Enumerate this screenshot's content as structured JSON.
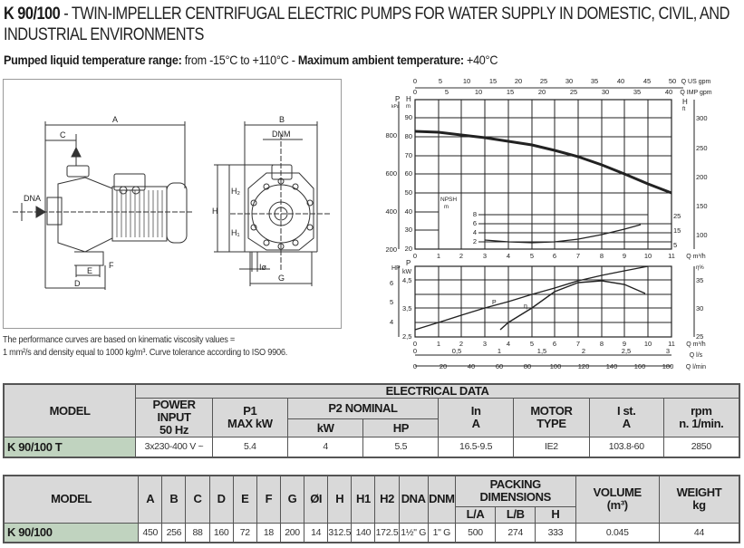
{
  "header": {
    "model_code": "K 90/100",
    "title_rest": " - TWIN-IMPELLER CENTRIFUGAL ELECTRIC PUMPS FOR WATER SUPPLY IN DOMESTIC, CIVIL, AND INDUSTRIAL ENVIRONMENTS",
    "temp_label": "Pumped liquid temperature range:",
    "temp_value": " from -15°C to +110°C - ",
    "ambient_label": "Maximum ambient temperature:",
    "ambient_value": " +40°C"
  },
  "drawing": {
    "labels": {
      "A": "A",
      "B": "B",
      "C": "C",
      "D": "D",
      "E": "E",
      "F": "F",
      "G": "G",
      "H": "H",
      "H1": "H₁",
      "H2": "H₂",
      "DNA": "DNA",
      "DNM": "DNM",
      "I": "Iø"
    }
  },
  "note": {
    "line1": "The performance curves are based on kinematic viscosity values =",
    "line2": "1 mm²/s and density equal to 1000 kg/m³. Curve tolerance according to ISO 9906."
  },
  "chart_data": [
    {
      "type": "line",
      "title": "Head / NPSH vs Flow",
      "xlabel": "Q m³/h",
      "ylabel": "H m",
      "x_ticks": [
        0,
        1,
        2,
        3,
        4,
        5,
        6,
        7,
        8,
        9,
        10,
        11
      ],
      "xlim": [
        0,
        11
      ],
      "ylim": [
        20,
        95
      ],
      "y_ticks": [
        20,
        30,
        40,
        50,
        60,
        70,
        80,
        90
      ],
      "secondary_axes": {
        "P_kPa": [
          200,
          400,
          600,
          800
        ],
        "H_ft": [
          100,
          150,
          200,
          250,
          300
        ],
        "Q_US_gpm": [
          0,
          5,
          10,
          15,
          20,
          25,
          30,
          35,
          40,
          45,
          50
        ],
        "Q_IMP_gpm": [
          0,
          5,
          10,
          15,
          20,
          25,
          30,
          35,
          40
        ],
        "NPSH_m": [
          2,
          4,
          6,
          8
        ],
        "NPSH_ft": [
          5,
          15,
          25
        ]
      },
      "series": [
        {
          "name": "H",
          "x": [
            0,
            1,
            2,
            3,
            4,
            5,
            6,
            7,
            8,
            9,
            10,
            11
          ],
          "values": [
            83,
            82.5,
            81,
            80,
            78,
            76,
            73,
            70,
            66,
            61,
            56,
            51
          ]
        },
        {
          "name": "NPSH",
          "x": [
            3,
            4,
            5,
            6,
            7,
            8,
            9,
            9.7
          ],
          "values": [
            2.5,
            2.1,
            2.0,
            2.1,
            2.6,
            3.4,
            4.3,
            5.2
          ]
        }
      ],
      "grid": true
    },
    {
      "type": "line",
      "title": "Power / Efficiency vs Flow",
      "xlabel": "Q m³/h",
      "x_ticks": [
        0,
        1,
        2,
        3,
        4,
        5,
        6,
        7,
        8,
        9,
        10,
        11
      ],
      "xlim": [
        0,
        11
      ],
      "ylabel": "P kW",
      "y_ticks_kW": [
        2.5,
        3.5,
        4.5
      ],
      "y_ticks_HP": [
        4,
        5,
        6
      ],
      "y_ticks_eta": [
        25,
        30,
        35
      ],
      "x_secondary": {
        "Q_l_s": [
          0,
          0.5,
          1,
          1.5,
          2,
          2.5,
          3
        ],
        "Q_l_min": [
          0,
          20,
          40,
          60,
          80,
          100,
          120,
          140,
          160,
          180
        ]
      },
      "series": [
        {
          "name": "P",
          "x": [
            0,
            1,
            2,
            3,
            4,
            5,
            6,
            7,
            8,
            9,
            10
          ],
          "values": [
            2.7,
            3.0,
            3.3,
            3.55,
            3.8,
            4.0,
            4.2,
            4.4,
            4.55,
            4.7,
            4.85
          ]
        },
        {
          "name": "η",
          "x": [
            3.6,
            4,
            5,
            6,
            7,
            8,
            9,
            9.9
          ],
          "values": [
            26,
            28,
            31.5,
            34,
            35.2,
            35.4,
            34.8,
            33
          ]
        }
      ],
      "grid": true
    }
  ],
  "electrical_table": {
    "group_header": "ELECTRICAL DATA",
    "headers": {
      "model": "MODEL",
      "power_input": "POWER INPUT",
      "power_input_sub": "50 Hz",
      "p1": "P1",
      "p1_sub": "MAX kW",
      "p2": "P2 NOMINAL",
      "p2_kw": "kW",
      "p2_hp": "HP",
      "in": "In",
      "in_sub": "A",
      "motor": "MOTOR",
      "motor_sub": "TYPE",
      "ist": "I st.",
      "ist_sub": "A",
      "rpm": "rpm",
      "rpm_sub": "n. 1/min."
    },
    "row": {
      "model": "K 90/100 T",
      "power_input": "3x230-400 V ~",
      "p1": "5.4",
      "p2_kw": "4",
      "p2_hp": "5.5",
      "in": "16.5-9.5",
      "motor": "IE2",
      "ist": "103.8-60",
      "rpm": "2850"
    }
  },
  "dimensions_table": {
    "headers": {
      "model": "MODEL",
      "cols": [
        "A",
        "B",
        "C",
        "D",
        "E",
        "F",
        "G",
        "ØI",
        "H",
        "H1",
        "H2",
        "DNA",
        "DNM"
      ],
      "packing": "PACKING DIMENSIONS",
      "packing_cols": [
        "L/A",
        "L/B",
        "H"
      ],
      "volume": "VOLUME",
      "volume_sub": "(m³)",
      "weight": "WEIGHT",
      "weight_sub": "kg"
    },
    "row": {
      "model": "K 90/100",
      "values": [
        "450",
        "256",
        "88",
        "160",
        "72",
        "18",
        "200",
        "14",
        "312.5",
        "140",
        "172.5",
        "1½\" G",
        "1\" G"
      ],
      "packing": [
        "500",
        "274",
        "333"
      ],
      "volume": "0.045",
      "weight": "44"
    }
  }
}
